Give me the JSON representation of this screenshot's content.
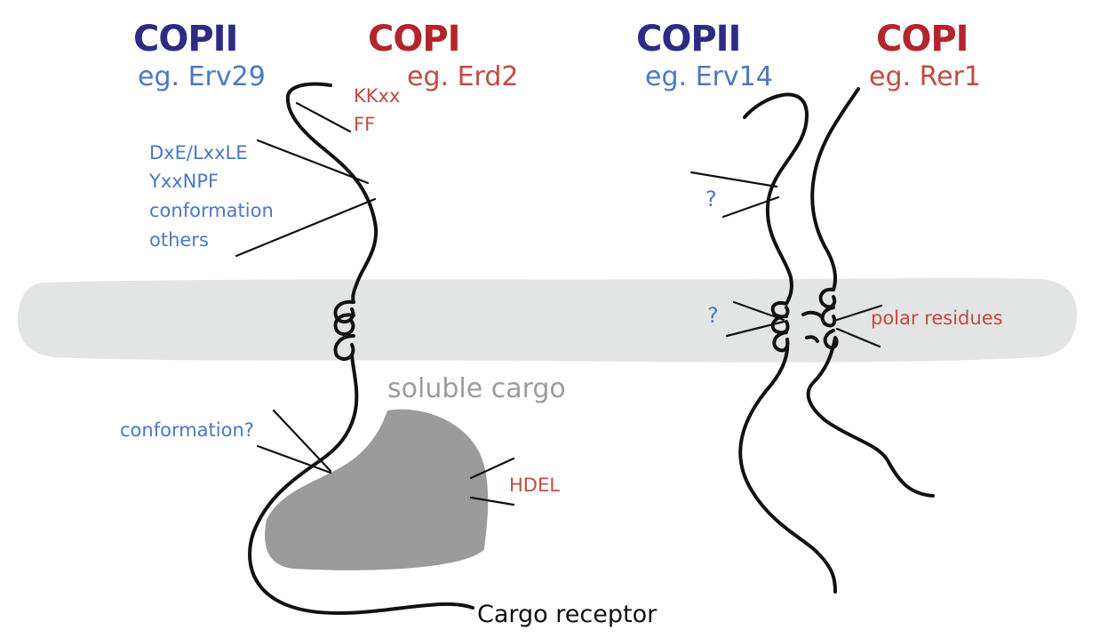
{
  "left": {
    "coat_a": "COPII",
    "coat_b": "COPI",
    "example_a": "eg. Erv29",
    "example_b": "eg. Erd2",
    "copi_motifs": [
      "KKxx",
      "FF"
    ],
    "copii_motifs": [
      "DxE/LxxLE",
      "YxxNPF",
      "conformation",
      "others"
    ],
    "luminal_signal": "conformation?",
    "retrieval_signal": "HDEL",
    "soluble_label": "soluble cargo",
    "receptor_label": "Cargo receptor"
  },
  "right": {
    "coat_a": "COPII",
    "coat_b": "COPI",
    "example_a": "eg. Erv14",
    "example_b": "eg. Rer1",
    "cyto_unknown": "?",
    "tm_unknown": "?",
    "tm_label": "polar residues"
  },
  "colors": {
    "copii_title": "#2c2c86",
    "copi_title": "#b2252b",
    "copii_text": "#4a78c4",
    "copi_text": "#c34a43",
    "membrane": "#e3e4e4",
    "cargo": "#9b9b9b",
    "strand": "#111111"
  }
}
